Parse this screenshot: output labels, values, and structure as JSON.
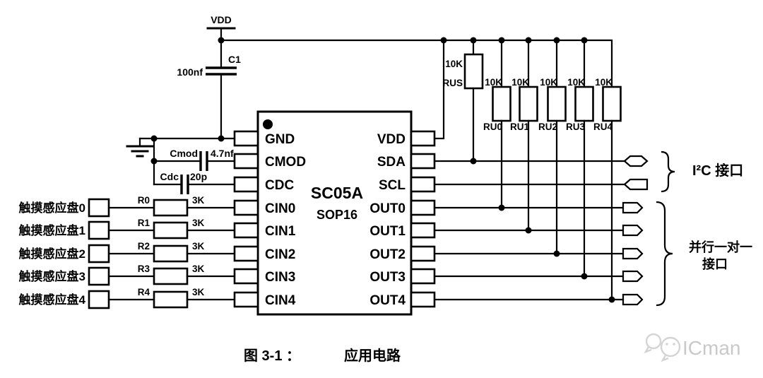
{
  "power": {
    "vdd_label": "VDD",
    "c1_name": "C1",
    "c1_value": "100nf"
  },
  "decoupling": {
    "cmod_name": "Cmod",
    "cmod_value": "4.7nf",
    "cdc_name": "Cdc",
    "cdc_value": "20p"
  },
  "ic": {
    "name": "SC05A",
    "package": "SOP16",
    "left_pins": [
      "GND",
      "CMOD",
      "CDC",
      "CIN0",
      "CIN1",
      "CIN2",
      "CIN3",
      "CIN4"
    ],
    "right_pins": [
      "VDD",
      "SDA",
      "SCL",
      "OUT0",
      "OUT1",
      "OUT2",
      "OUT3",
      "OUT4"
    ]
  },
  "channels": [
    {
      "pad_label": "触摸感应盘0",
      "res_name": "R0",
      "res_value": "3K"
    },
    {
      "pad_label": "触摸感应盘1",
      "res_name": "R1",
      "res_value": "3K"
    },
    {
      "pad_label": "触摸感应盘2",
      "res_name": "R2",
      "res_value": "3K"
    },
    {
      "pad_label": "触摸感应盘3",
      "res_name": "R3",
      "res_value": "3K"
    },
    {
      "pad_label": "触摸感应盘4",
      "res_name": "R4",
      "res_value": "3K"
    }
  ],
  "pullups": {
    "rus": {
      "value": "10K",
      "name": "RUS"
    },
    "ru": [
      {
        "value": "10K",
        "name": "RU0"
      },
      {
        "value": "10K",
        "name": "RU1"
      },
      {
        "value": "10K",
        "name": "RU2"
      },
      {
        "value": "10K",
        "name": "RU3"
      },
      {
        "value": "10K",
        "name": "RU4"
      }
    ]
  },
  "interfaces": {
    "i2c_label": "I²C 接口",
    "parallel_label_line1": "并行一对一",
    "parallel_label_line2": "接口"
  },
  "caption": {
    "label": "图 3-1 ：",
    "title": "应用电路"
  },
  "watermark": {
    "text": "ICman"
  },
  "colors": {
    "line": "#000000",
    "watermark": "#c9c9c9"
  }
}
